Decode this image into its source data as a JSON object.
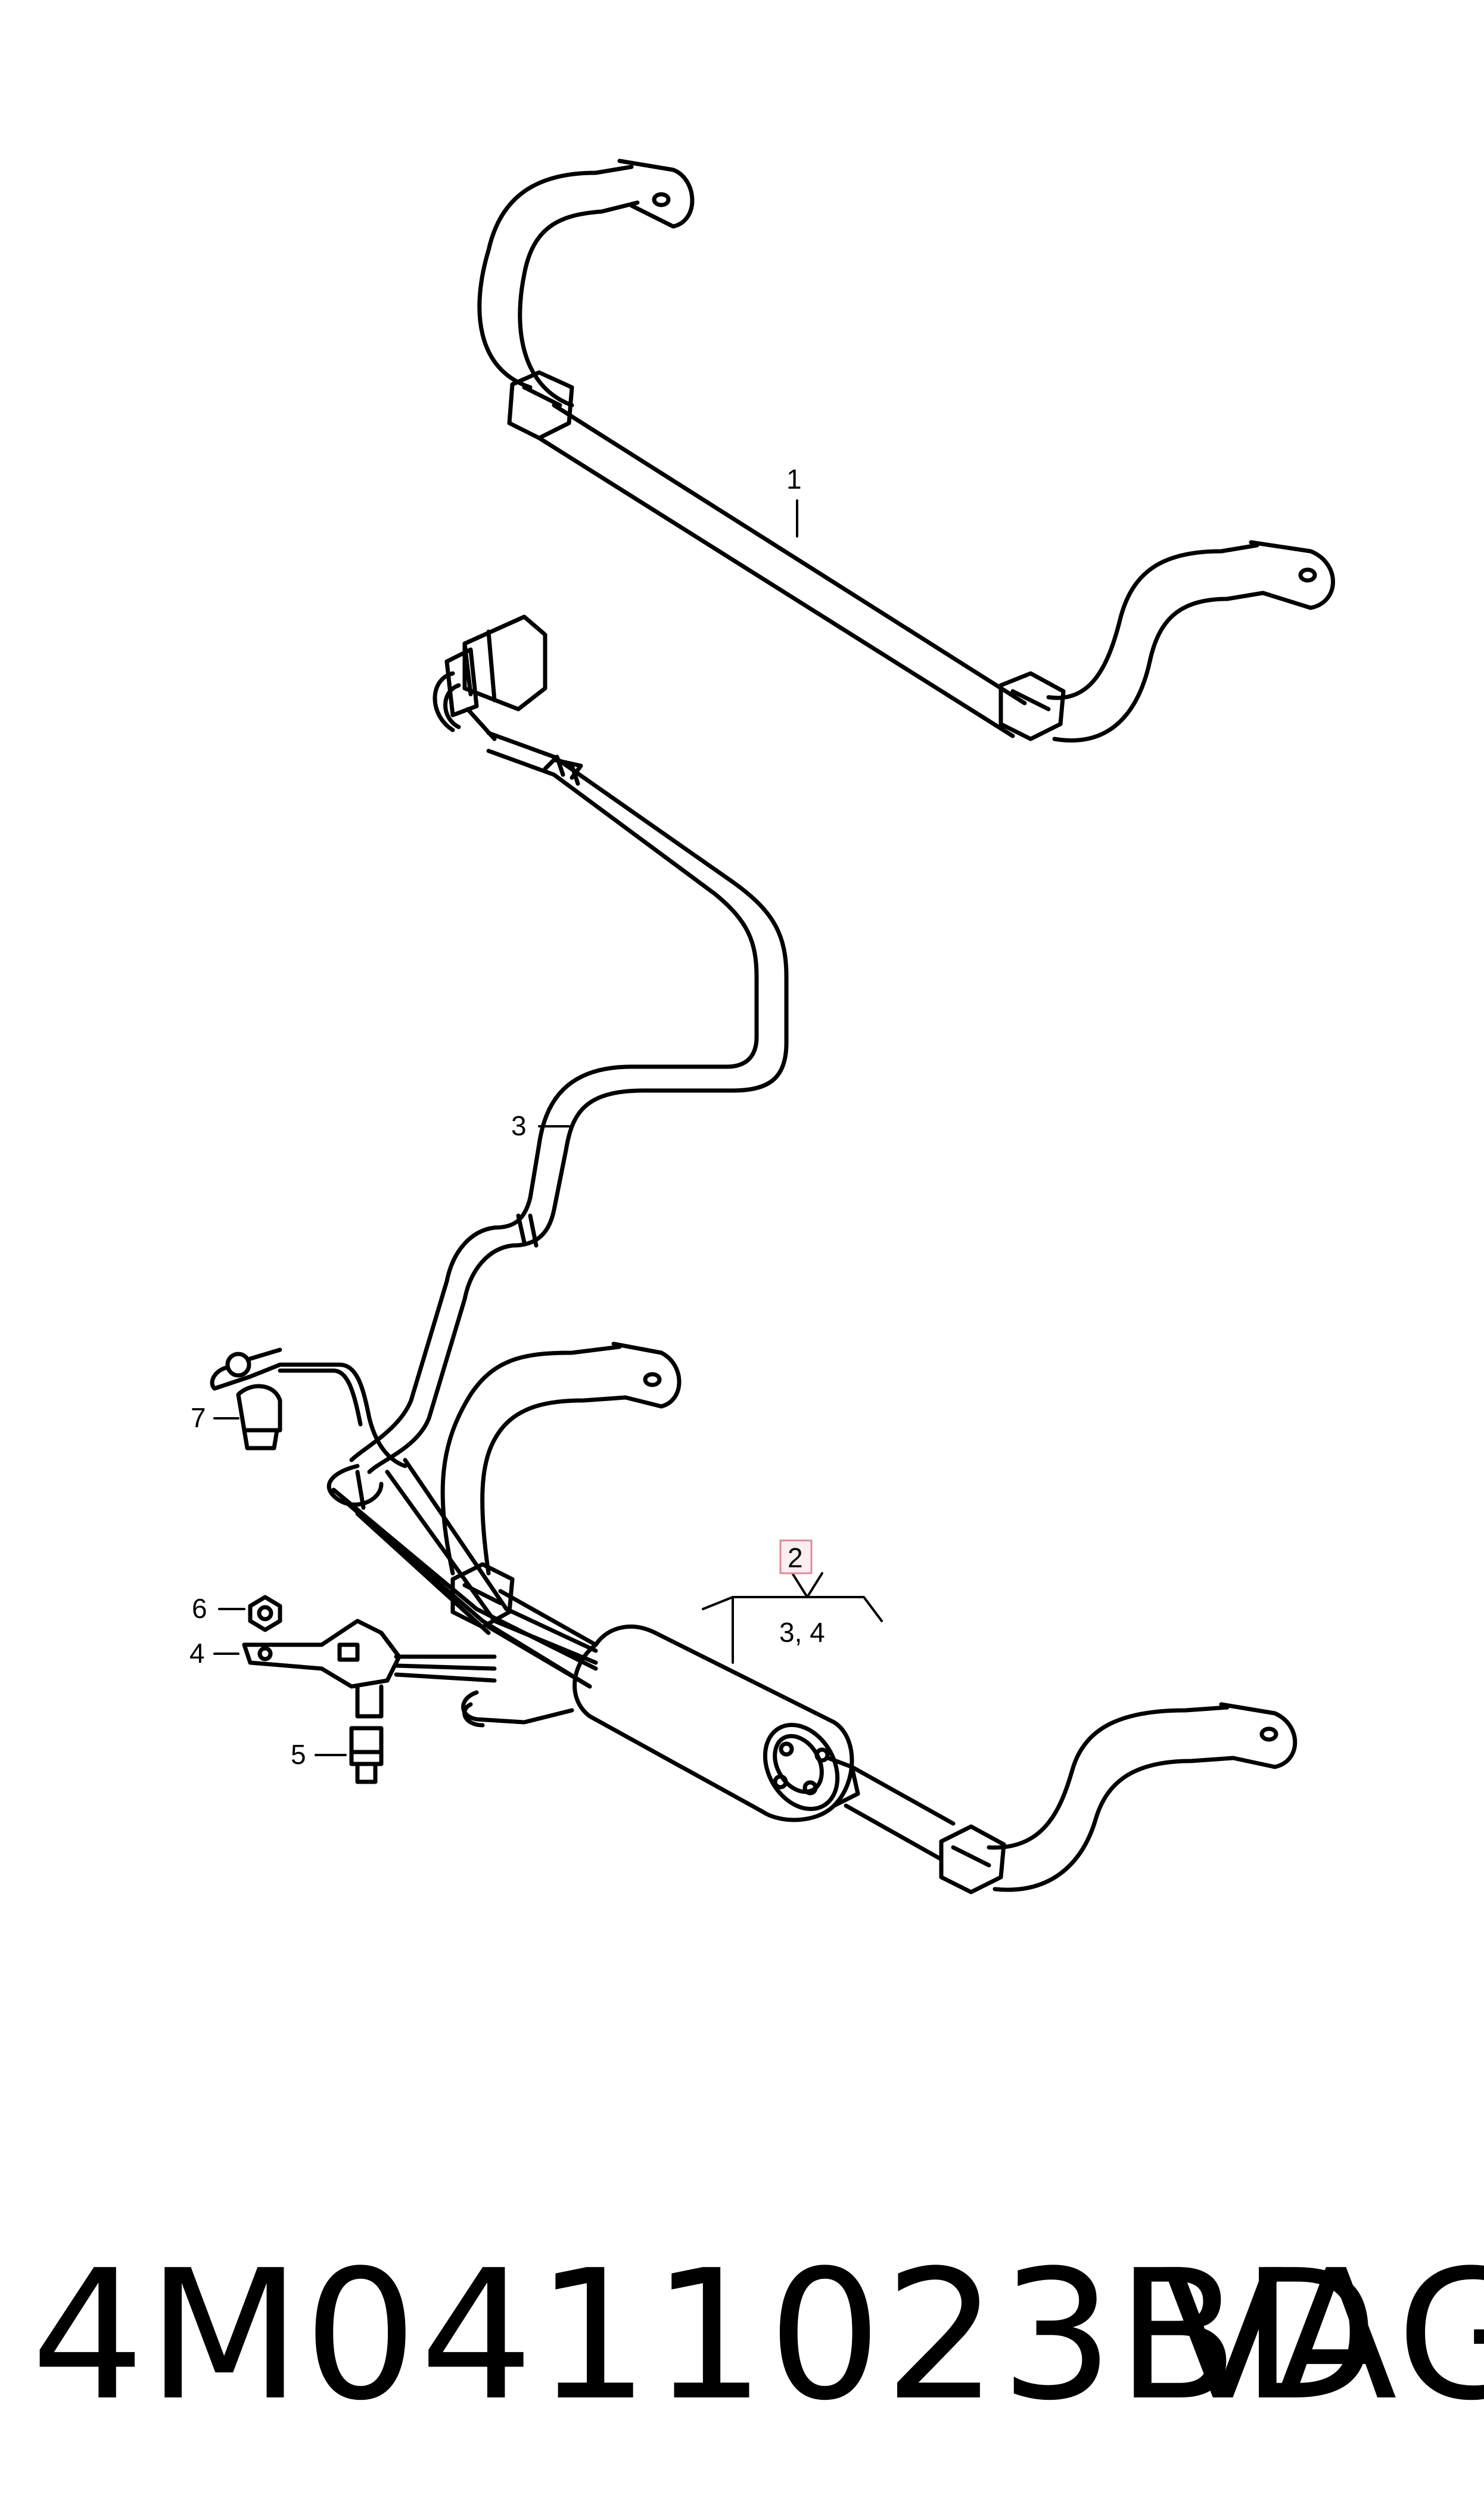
{
  "callouts": {
    "c1": "1",
    "c2": "2",
    "c34": "3, 4",
    "c3": "3",
    "c4": "4",
    "c5": "5",
    "c6": "6",
    "c7": "7"
  },
  "footer": {
    "part_number": "4M0411023BD",
    "brand": "VAG"
  },
  "highlight_color": "#e08a9a"
}
